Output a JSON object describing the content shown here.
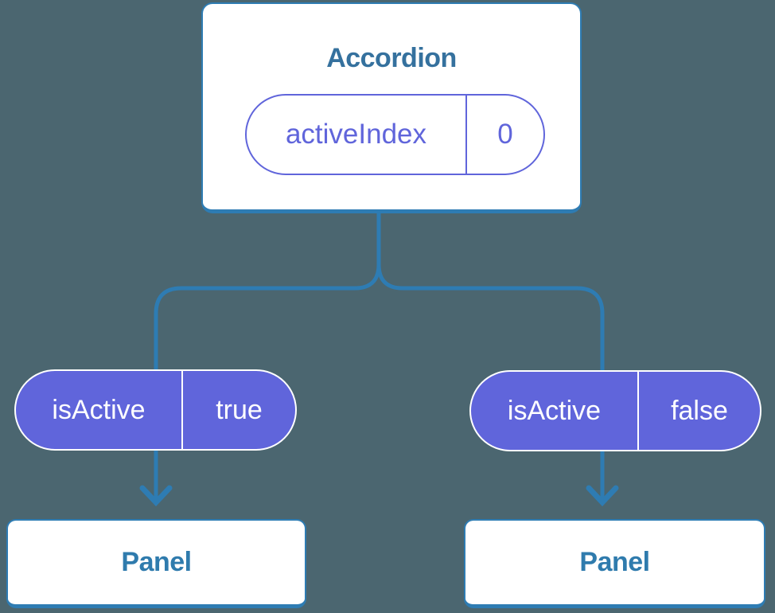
{
  "theme": {
    "background": "#4B6670",
    "connector_blue": "#2E7CB3",
    "card_border_blue": "#2E7CB3",
    "title_text_blue": "#35719E",
    "panel_text_blue": "#2F7BAD",
    "state_purple": "#6065DB",
    "pill_text_white": "#FFFFFF",
    "card_background": "#FFFFFF"
  },
  "tree": {
    "root": {
      "title": "Accordion",
      "state_pill": {
        "name": "activeIndex",
        "value": "0"
      }
    },
    "branches": [
      {
        "prop_pill": {
          "name": "isActive",
          "value": "true"
        },
        "child": {
          "title": "Panel"
        }
      },
      {
        "prop_pill": {
          "name": "isActive",
          "value": "false"
        },
        "child": {
          "title": "Panel"
        }
      }
    ]
  }
}
